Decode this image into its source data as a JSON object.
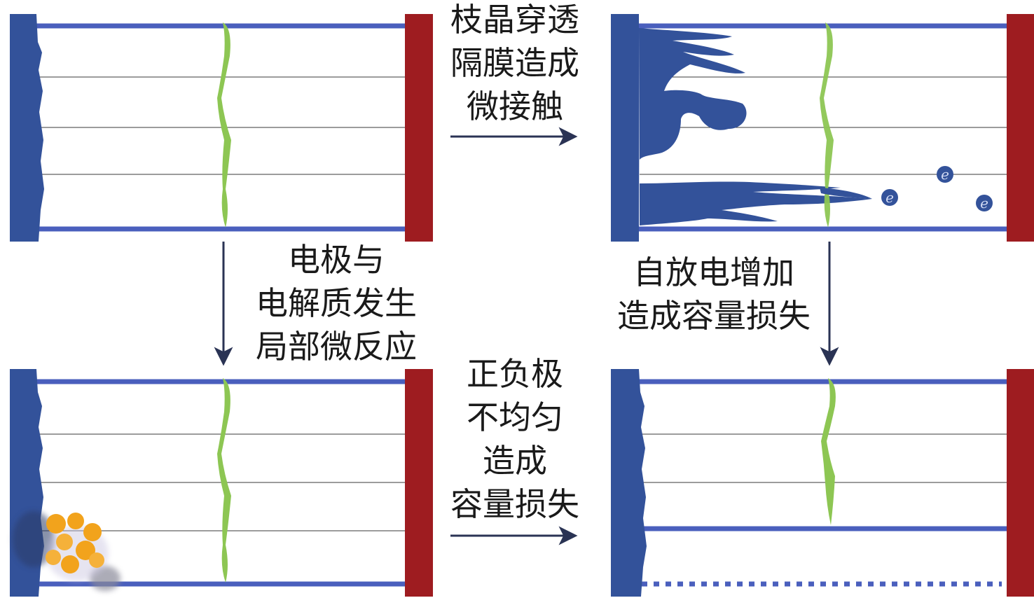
{
  "colors": {
    "anode": "#33529a",
    "cathode": "#9e1c20",
    "separator": "#8dc653",
    "rail": "#4a5fbd",
    "thin_line": "#3a3a3a",
    "deposit": "#f2a31c",
    "arrow": "#2a3354",
    "electron": "#33529a"
  },
  "arrows": {
    "top": {
      "lines": [
        "枝晶穿透",
        "隔膜造成",
        "微接触"
      ]
    },
    "left": {
      "lines": [
        "电极与",
        "电解质发生",
        "局部微反应"
      ]
    },
    "right": {
      "lines": [
        "自放电增加",
        "造成容量损失"
      ]
    },
    "bottom": {
      "lines": [
        "正负极",
        "不均匀",
        "造成",
        "容量损失"
      ]
    }
  },
  "electron_symbol": "e"
}
